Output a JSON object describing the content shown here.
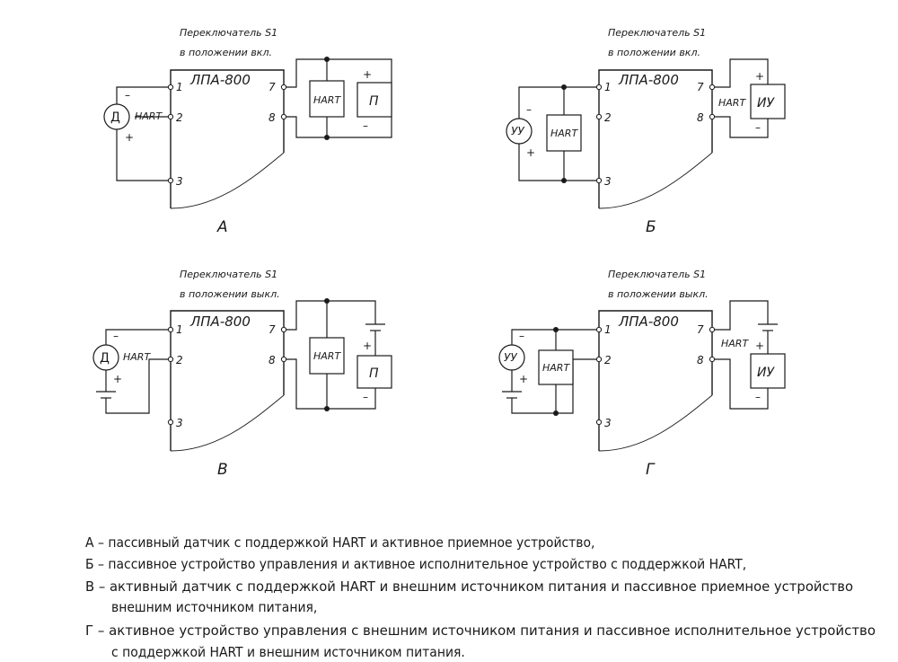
{
  "diagrams": [
    {
      "id": "A",
      "caption_line1": "Переключатель S1",
      "caption_line2": "в положении вкл.",
      "title": "ЛПА-800",
      "pins": [
        "1",
        "2",
        "3",
        "7",
        "8"
      ],
      "left_device": "Д",
      "left_hart": "HART",
      "right_hart": "HART",
      "right_device": "П",
      "label": "А"
    },
    {
      "id": "B",
      "caption_line1": "Переключатель S1",
      "caption_line2": "в положении вкл.",
      "title": "ЛПА-800",
      "pins": [
        "1",
        "2",
        "3",
        "7",
        "8"
      ],
      "left_device": "УУ",
      "left_hart": "HART",
      "right_hart": "HART",
      "right_device": "ИУ",
      "label": "Б"
    },
    {
      "id": "C",
      "caption_line1": "Переключатель S1",
      "caption_line2": "в положении выкл.",
      "title": "ЛПА-800",
      "pins": [
        "1",
        "2",
        "3",
        "7",
        "8"
      ],
      "left_device": "Д",
      "left_hart": "HART",
      "right_hart": "HART",
      "right_device": "П",
      "label": "В"
    },
    {
      "id": "D",
      "caption_line1": "Переключатель S1",
      "caption_line2": "в положении выкл.",
      "title": "ЛПА-800",
      "pins": [
        "1",
        "2",
        "3",
        "7",
        "8"
      ],
      "left_device": "УУ",
      "left_hart": "HART",
      "right_hart": "HART",
      "right_device": "ИУ",
      "label": "Г"
    }
  ],
  "polarity": {
    "plus": "+",
    "minus": "–"
  },
  "legend": [
    "А – пассивный датчик с поддержкой HART и активное приемное устройство,",
    "Б – пассивное устройство управления и активное исполнительное устройство с поддержкой HART,",
    "В – активный датчик с поддержкой HART и внешним источником питания и пассивное приемное устройство",
    "внешним источником питания,",
    "Г – активное устройство управления с внешним источником питания и пассивное исполнительное устройство",
    "с поддержкой HART и внешним источником питания."
  ]
}
